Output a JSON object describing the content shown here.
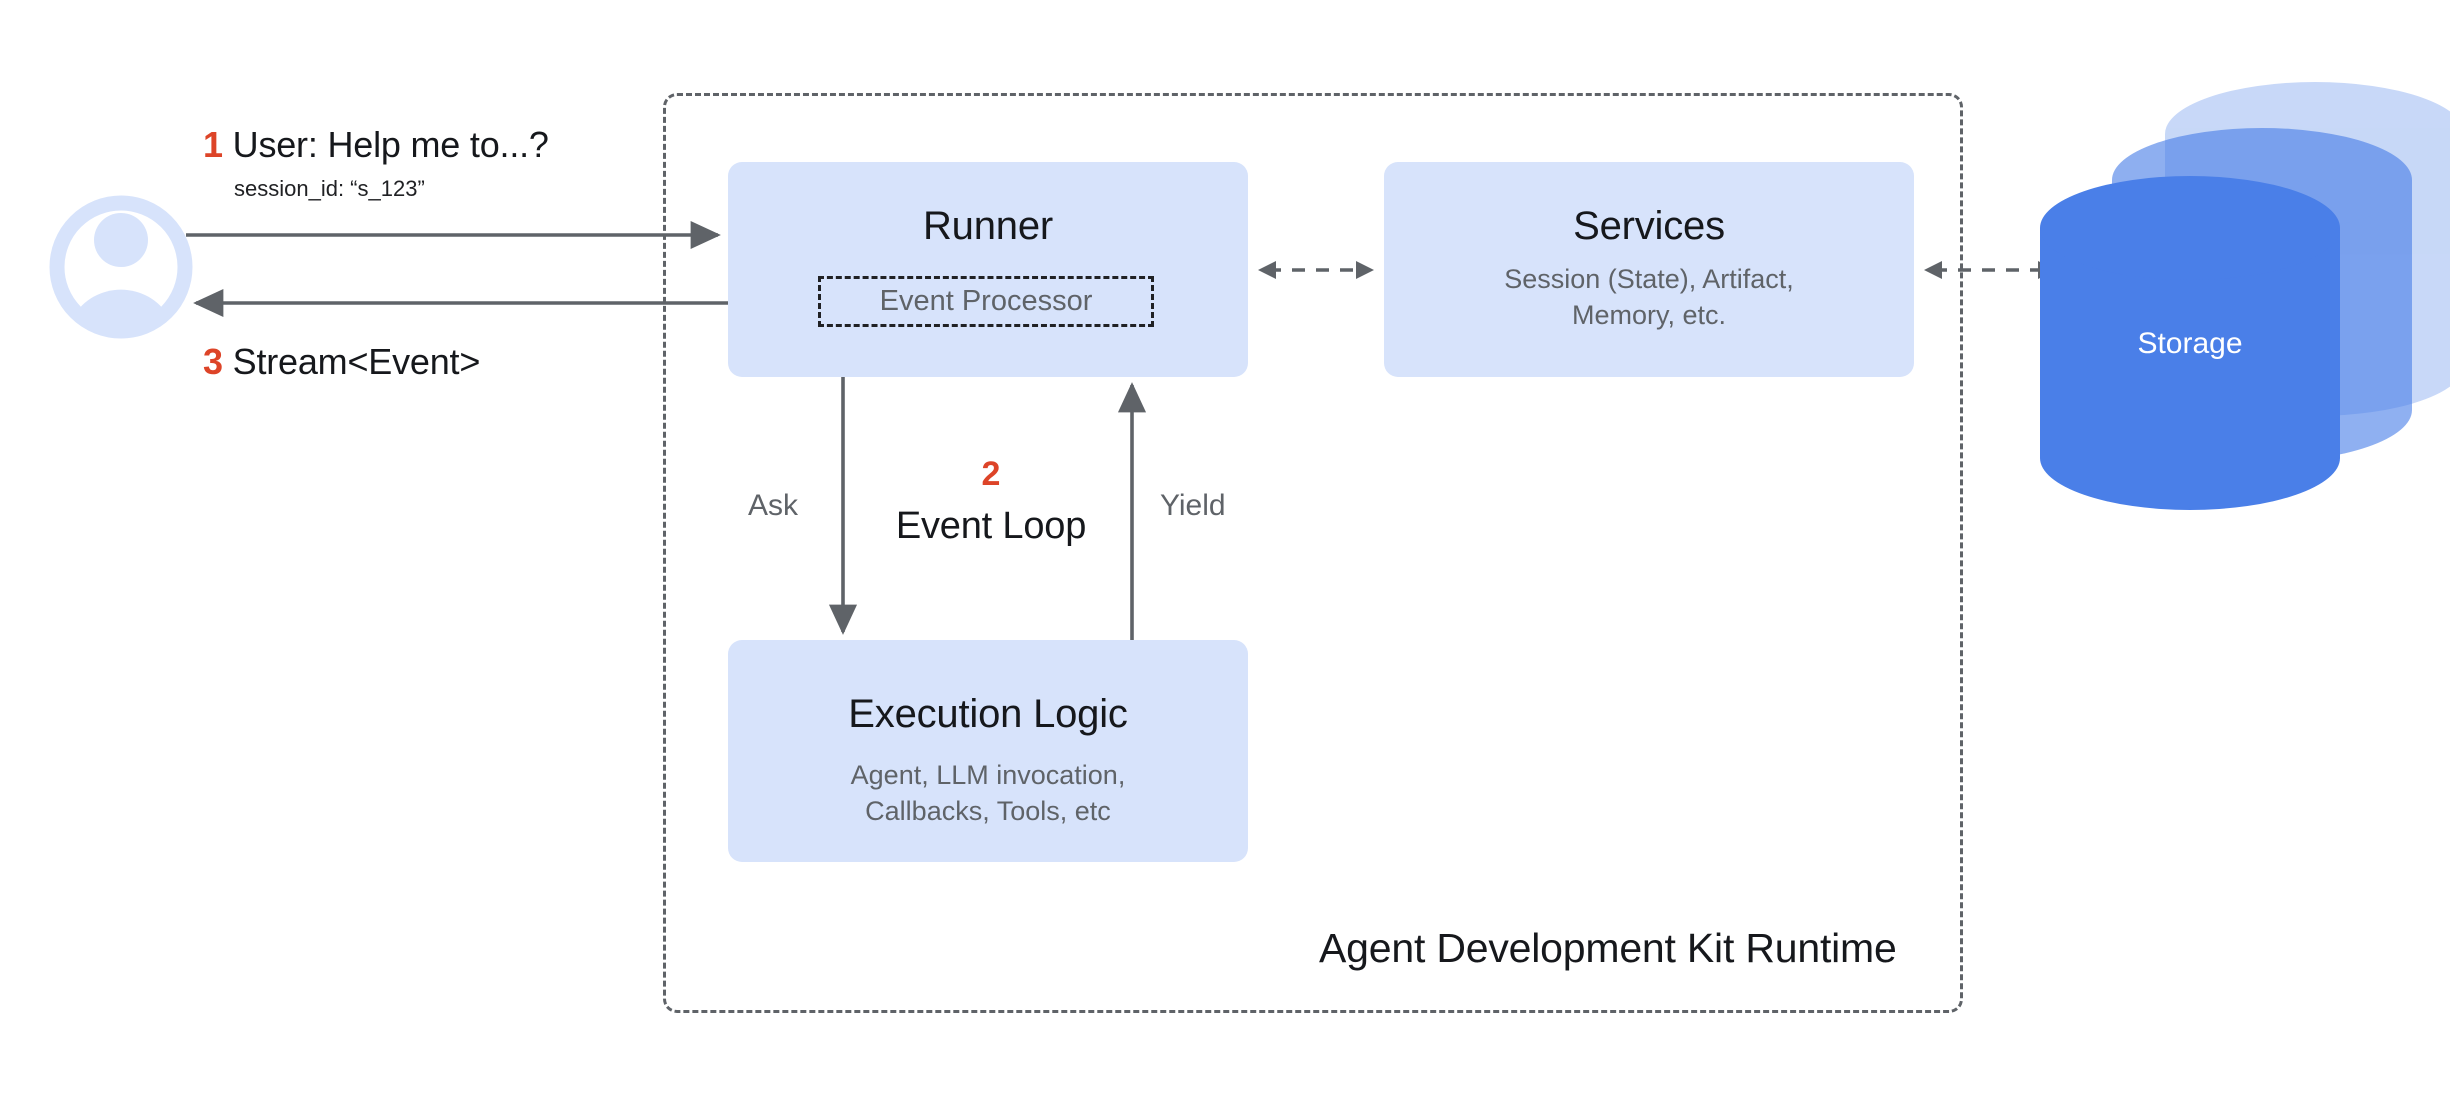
{
  "diagram": {
    "title": "Agent Development Kit Runtime",
    "colors": {
      "node_fill": "#d7e3fb",
      "accent_red": "#dd4428",
      "storage_blue": "#4a7fe8",
      "arrow_gray": "#5f6368",
      "text_dark": "#16181c",
      "text_muted": "#5f6368",
      "avatar_blue": "#d7e3fb"
    }
  },
  "actor": {
    "icon": "user-avatar-icon",
    "name": "User"
  },
  "callouts": {
    "step1": {
      "number": "1",
      "text": "User: Help me to...?",
      "subtext": "session_id: “s_123”"
    },
    "step3": {
      "number": "3",
      "text": "Stream<Event>"
    },
    "step2": {
      "number": "2",
      "text": "Event Loop"
    }
  },
  "nodes": {
    "runner": {
      "title": "Runner",
      "chip": "Event Processor"
    },
    "services": {
      "title": "Services",
      "subtitle": "Session (State), Artifact,\nMemory, etc."
    },
    "execution_logic": {
      "title": "Execution Logic",
      "subtitle": "Agent, LLM invocation,\nCallbacks, Tools, etc"
    },
    "storage": {
      "title": "Storage"
    }
  },
  "edges": {
    "user_to_runner": {
      "label": "",
      "style": "solid",
      "direction": "right"
    },
    "runner_to_user": {
      "label": "",
      "style": "solid",
      "direction": "left"
    },
    "runner_to_services": {
      "label": "",
      "style": "dashed",
      "direction": "both"
    },
    "services_to_storage": {
      "label": "",
      "style": "dashed",
      "direction": "both"
    },
    "ask": {
      "label": "Ask",
      "style": "solid",
      "direction": "down"
    },
    "yield": {
      "label": "Yield",
      "style": "solid",
      "direction": "up"
    }
  }
}
